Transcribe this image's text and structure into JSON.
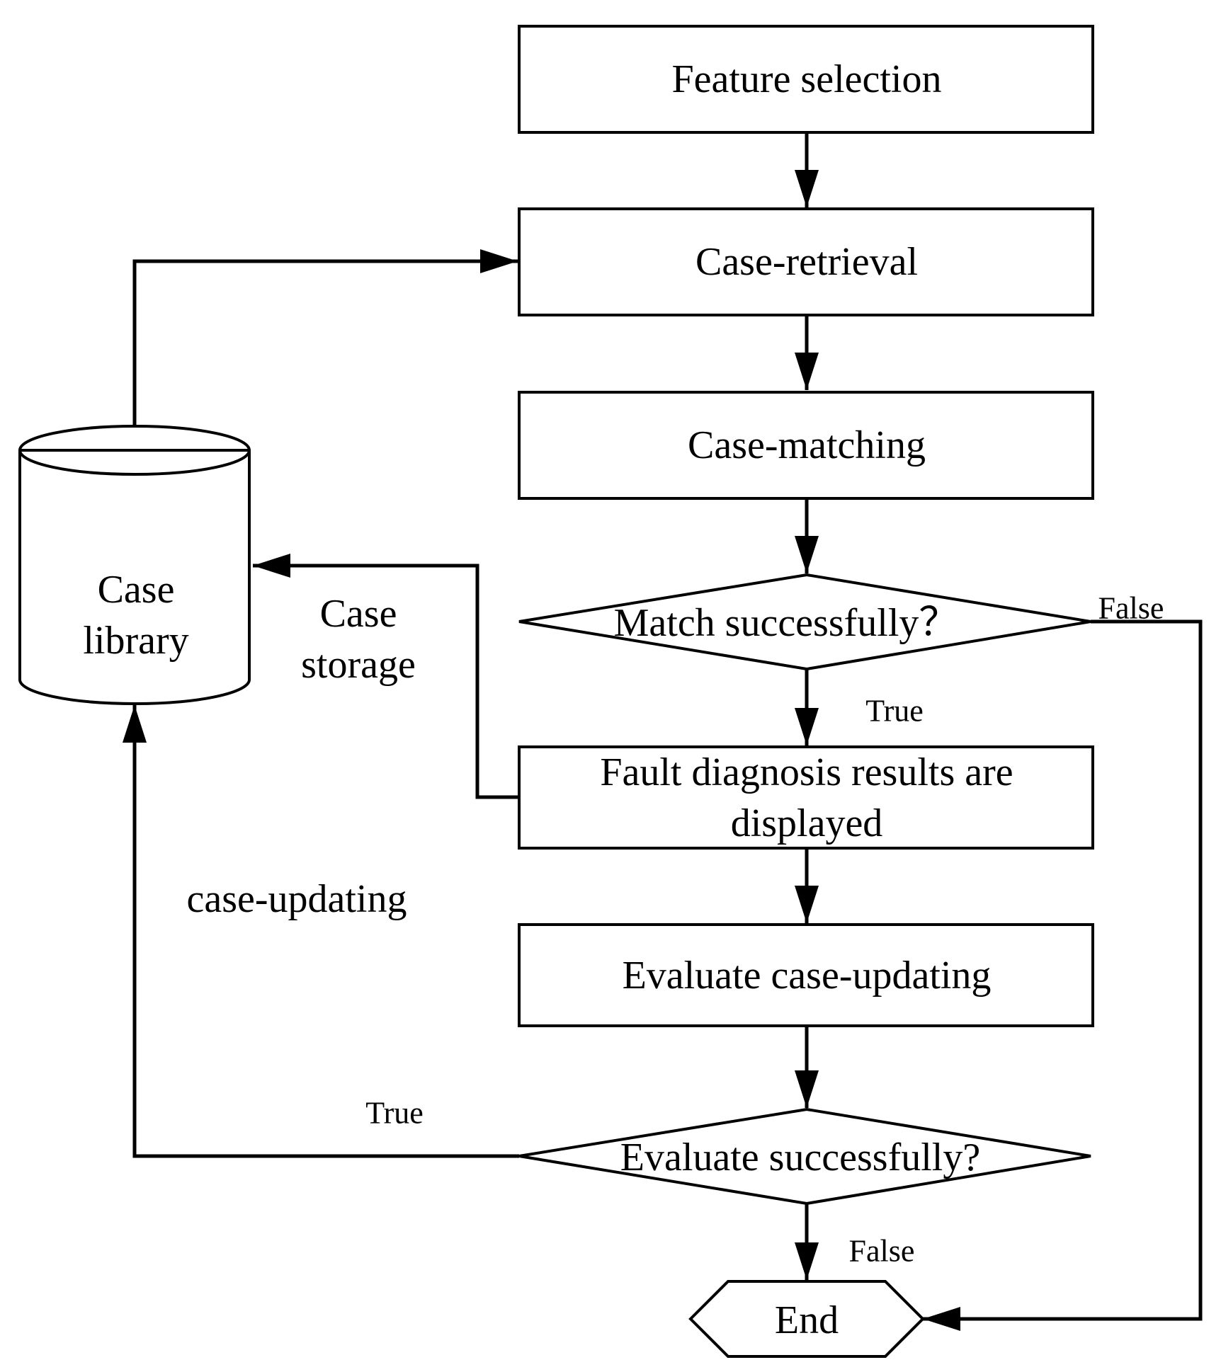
{
  "nodes": {
    "feature_selection": "Feature selection",
    "case_retrieval": "Case-retrieval",
    "case_matching": "Case-matching",
    "match_decision": "Match successfully？",
    "fault_results_line1": "Fault diagnosis results are",
    "fault_results_line2": "displayed",
    "evaluate_updating": "Evaluate case-updating",
    "evaluate_decision": "Evaluate successfully?",
    "end": "End",
    "case_library_line1": "Case",
    "case_library_line2": "library"
  },
  "edge_labels": {
    "case_storage_line1": "Case",
    "case_storage_line2": "storage",
    "case_updating": "case-updating",
    "match_true": "True",
    "match_false": "False",
    "evaluate_true": "True",
    "evaluate_false": "False"
  }
}
